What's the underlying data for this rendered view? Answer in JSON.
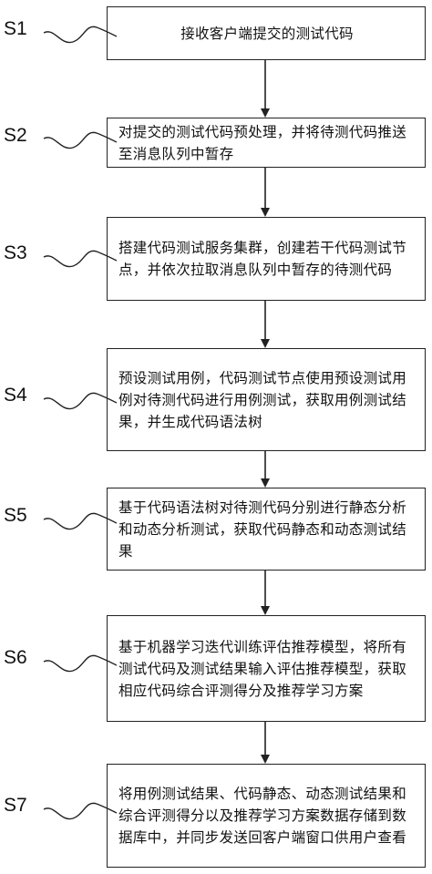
{
  "steps": [
    {
      "label": "S1",
      "text": "接收客户端提交的测试代码"
    },
    {
      "label": "S2",
      "text": "对提交的测试代码预处理，并将待测代码推送至消息队列中暂存"
    },
    {
      "label": "S3",
      "text": "搭建代码测试服务集群，创建若干代码测试节点，并依次拉取消息队列中暂存的待测代码"
    },
    {
      "label": "S4",
      "text": "预设测试用例，代码测试节点使用预设测试用例对待测代码进行用例测试，获取用例测试结果，并生成代码语法树"
    },
    {
      "label": "S5",
      "text": "基于代码语法树对待测代码分别进行静态分析和动态分析测试，获取代码静态和动态测试结果"
    },
    {
      "label": "S6",
      "text": "基于机器学习迭代训练评估推荐模型，将所有测试代码及测试结果输入评估推荐模型，获取相应代码综合评测得分及推荐学习方案"
    },
    {
      "label": "S7",
      "text": "将用例测试结果、代码静态、动态测试结果和综合评测得分以及推荐学习方案数据存储到数据库中，并同步发送回客户端窗口供用户查看"
    }
  ]
}
